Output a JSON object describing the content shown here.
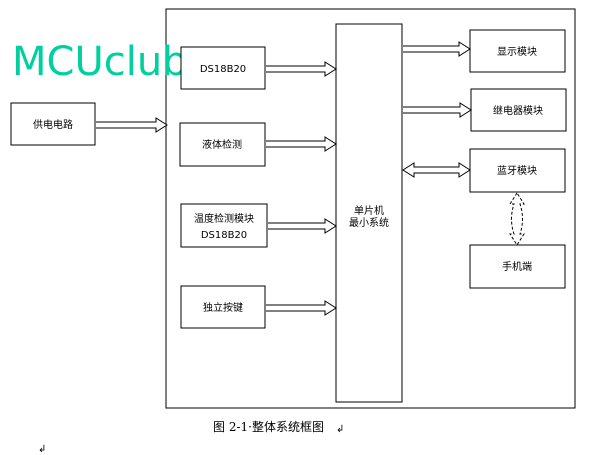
{
  "watermark": "MCUclub",
  "blocks": {
    "power_supply": "供电电路",
    "sensor_top": "DS18B20",
    "liquid_detect": "液体检测",
    "temp_module": [
      "温度检测模块",
      "DS18B20"
    ],
    "independent_keys": "独立按键",
    "mcu": [
      "单片机",
      "最小系统"
    ],
    "display_module": "显示模块",
    "relay_module": "继电器模块",
    "bluetooth_module": "蓝牙模块",
    "phone": "手机端"
  },
  "caption": "图 2-1·整体系统框图",
  "paragraph_marks": [
    "↲",
    "↲"
  ]
}
